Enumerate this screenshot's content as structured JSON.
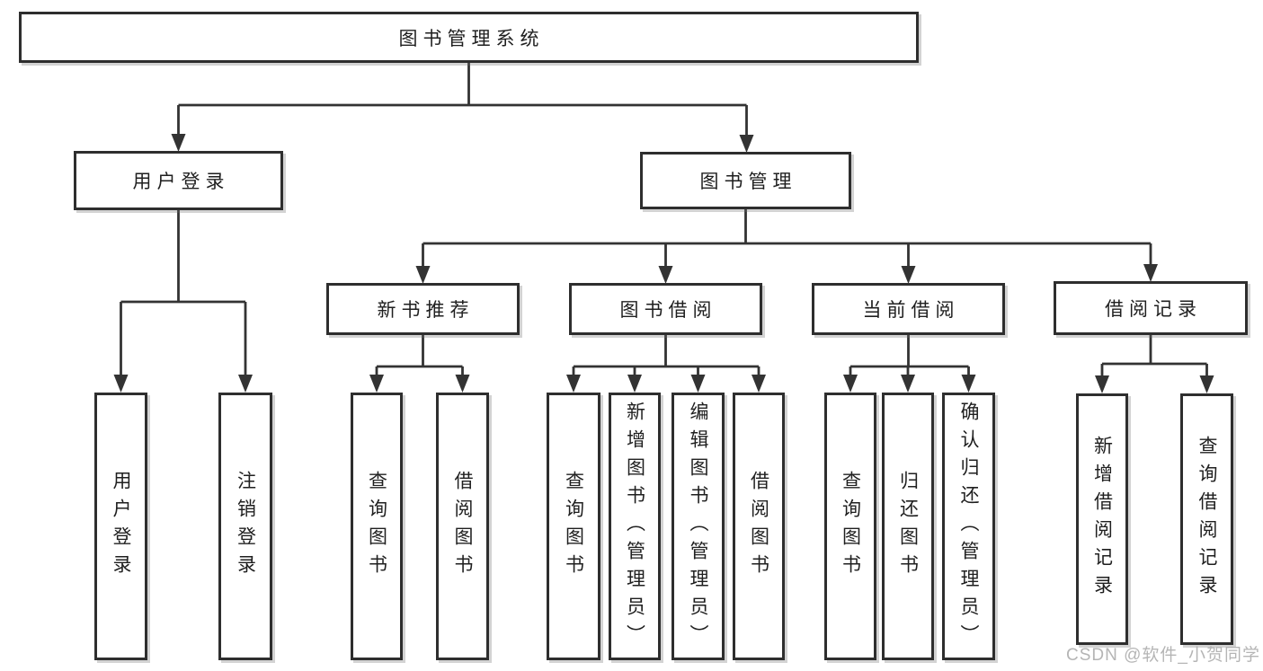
{
  "tree": {
    "label": "图书管理系统",
    "children": [
      {
        "label": "用户登录",
        "children": [
          {
            "label": "用户登录"
          },
          {
            "label": "注销登录"
          }
        ]
      },
      {
        "label": "图书管理",
        "children": [
          {
            "label": "新书推荐",
            "children": [
              {
                "label": "查询图书"
              },
              {
                "label": "借阅图书"
              }
            ]
          },
          {
            "label": "图书借阅",
            "children": [
              {
                "label": "查询图书"
              },
              {
                "label": "新增图书（管理员）"
              },
              {
                "label": "编辑图书（管理员）"
              },
              {
                "label": "借阅图书"
              }
            ]
          },
          {
            "label": "当前借阅",
            "children": [
              {
                "label": "查询图书"
              },
              {
                "label": "归还图书"
              },
              {
                "label": "确认归还（管理员）"
              }
            ]
          },
          {
            "label": "借阅记录",
            "children": [
              {
                "label": "新增借阅记录"
              },
              {
                "label": "查询借阅记录"
              }
            ]
          }
        ]
      }
    ]
  },
  "watermark": {
    "text": "CSDN @软件_小贺同学"
  },
  "colors": {
    "line": "#333333",
    "border": "#2e2e2e",
    "text": "#1f1f1f",
    "watermark": "#b5b5b5",
    "background": "#ffffff"
  }
}
